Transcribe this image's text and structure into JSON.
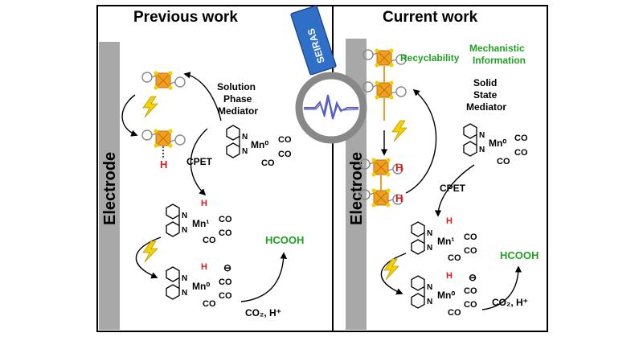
{
  "headings": {
    "previous": "Previous work",
    "current": "Current work"
  },
  "electrode_label": "Electrode",
  "left": {
    "mediator": [
      "Solution",
      "Phase",
      "Mediator"
    ],
    "cpet": "CPET",
    "h": "H",
    "product": "HCOOH",
    "reagents": "CO₂, H⁺"
  },
  "right": {
    "seiras": "SEIRAS",
    "recyclability": "Recyclability",
    "mechanistic": [
      "Mechanistic",
      "Information"
    ],
    "mediator": [
      "Solid",
      "State",
      "Mediator"
    ],
    "cpet": "CPET",
    "h": "H",
    "product": "HCOOH",
    "reagents": "CO₂, H⁺"
  },
  "complex": {
    "metal_zero": "Mn⁰",
    "metal_one": "Mn¹",
    "metal": "Mn",
    "ligand": "CO",
    "hydride": "H",
    "n_atom": "N",
    "charge": "⊖"
  },
  "colors": {
    "electrode": "#a8a8a8",
    "accent_green": "#22a022",
    "hydride_red": "#e01818",
    "seiras_blue": "#2f6fc8",
    "lightning": "#f5d000",
    "cluster": "#f0a020"
  }
}
